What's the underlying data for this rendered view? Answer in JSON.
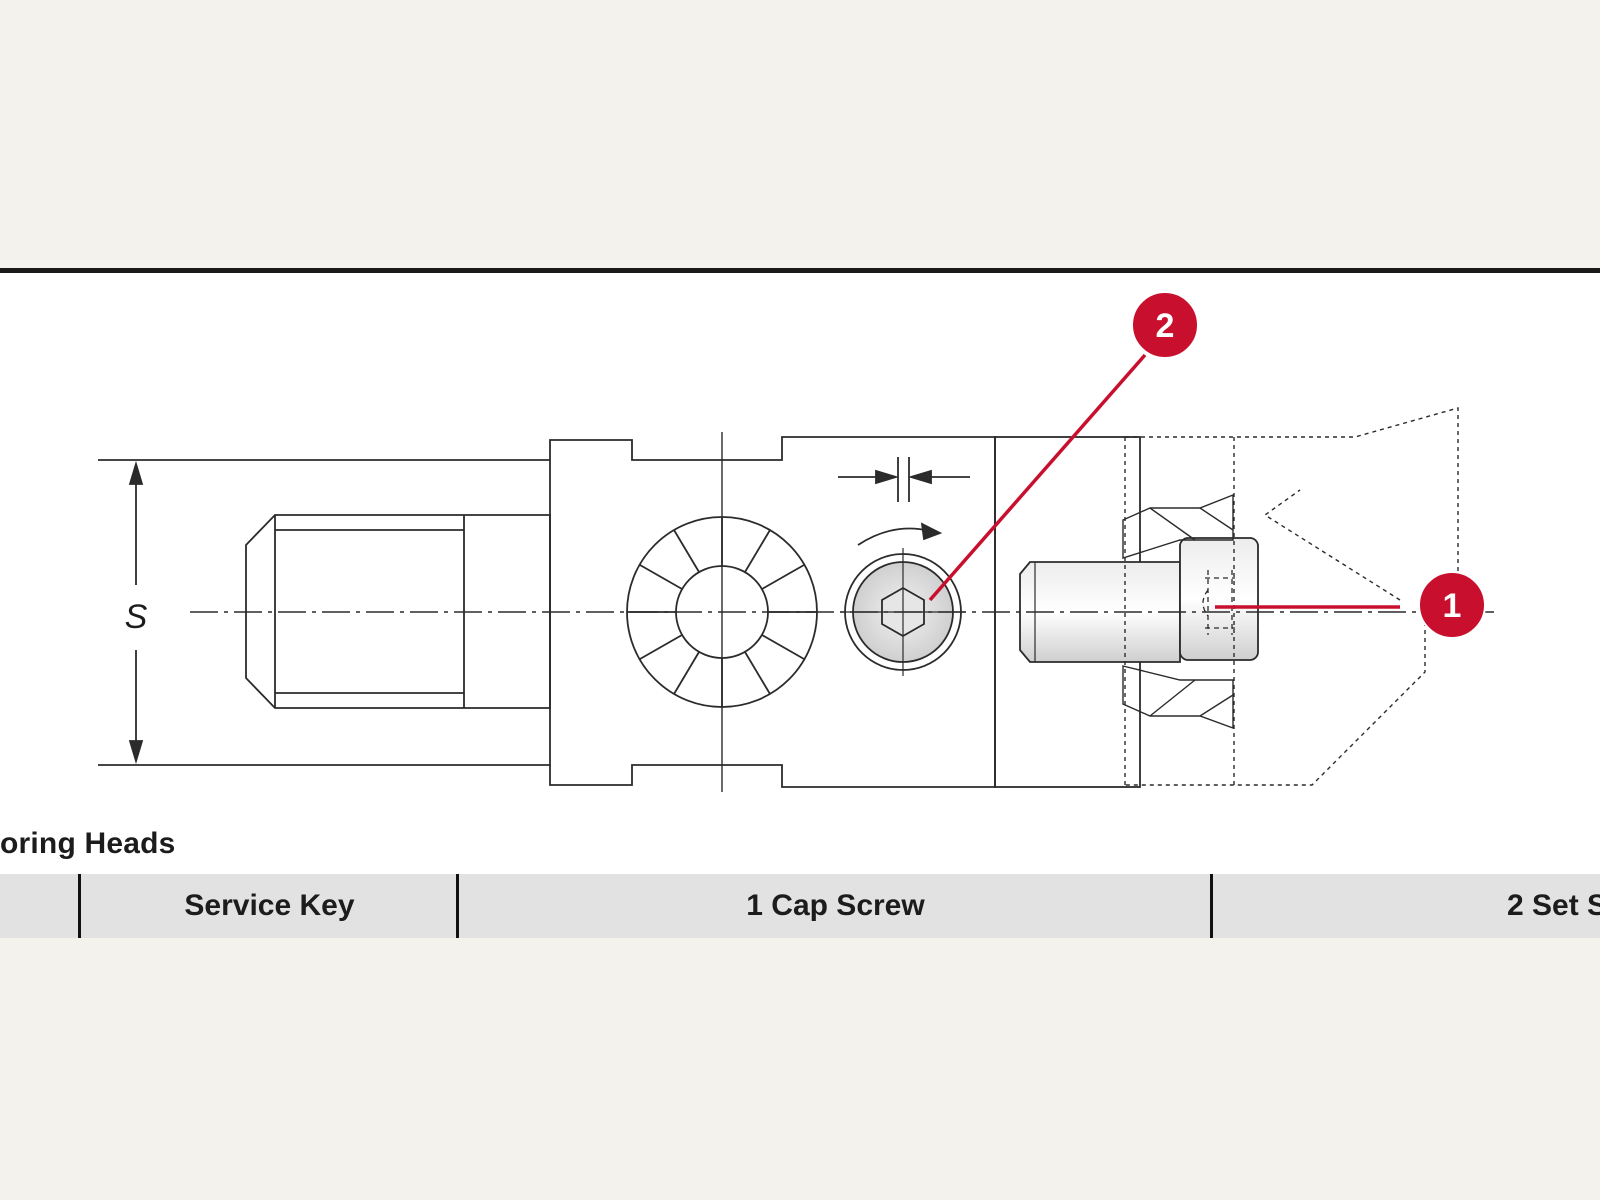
{
  "diagram": {
    "dimension_label": "S",
    "callouts": [
      {
        "label": "1"
      },
      {
        "label": "2"
      }
    ]
  },
  "section_title": "oring Heads",
  "table": {
    "columns": [
      {
        "label": ""
      },
      {
        "label": "Service Key"
      },
      {
        "label": "1 Cap Screw"
      },
      {
        "label": "2 Set S"
      }
    ]
  },
  "colors": {
    "callout_red": "#c8102e",
    "line": "#2b2b2b",
    "header_bg": "#e2e2e2",
    "page_bg": "#f3f2ed"
  }
}
